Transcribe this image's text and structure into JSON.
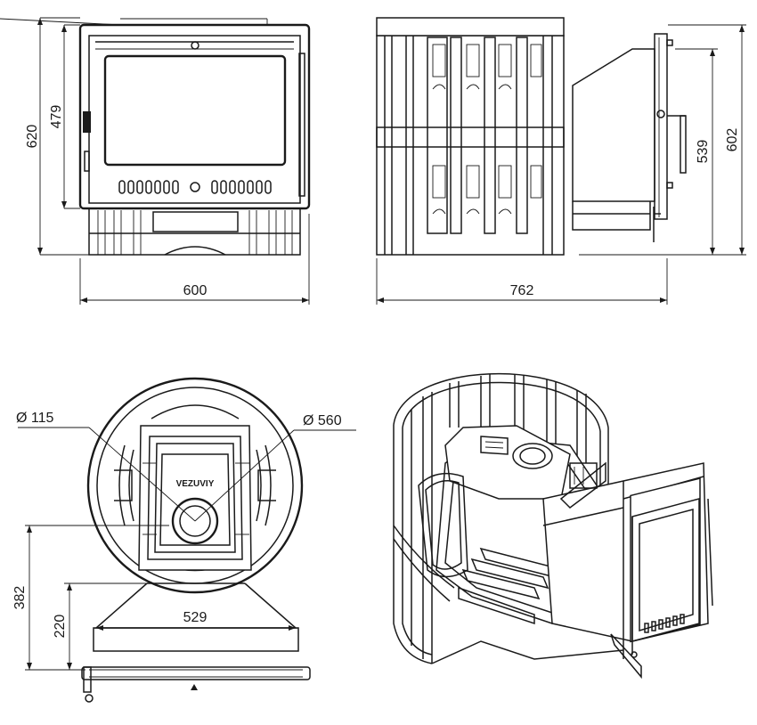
{
  "dimensions": {
    "front_height_total": "620",
    "front_height_door": "479",
    "front_width": "600",
    "side_height_total": "602",
    "side_height_inner": "539",
    "side_width": "762",
    "top_flue_diameter": "Ø 115",
    "top_body_diameter": "Ø 560",
    "top_width": "529",
    "top_depth_total": "382",
    "top_depth_front": "220"
  },
  "brand": "VEZUVIY",
  "colors": {
    "line": "#1a1a1a",
    "background": "#ffffff"
  }
}
